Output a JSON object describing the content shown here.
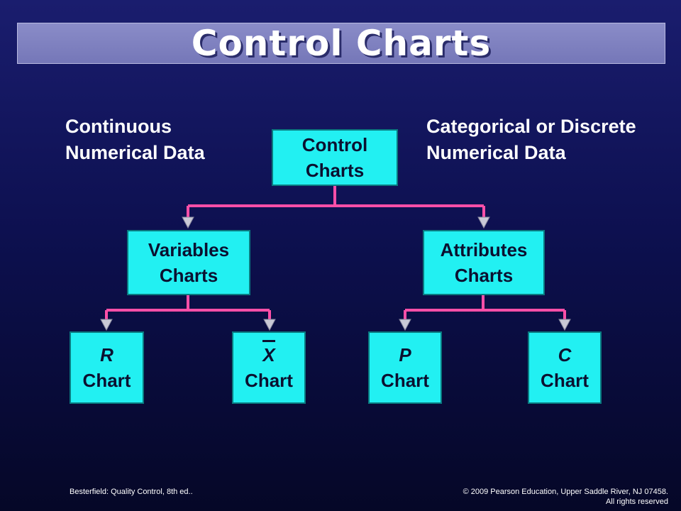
{
  "title": "Control Charts",
  "left_label": [
    "Continuous",
    "Numerical Data"
  ],
  "right_label": [
    "Categorical or Discrete",
    "Numerical Data"
  ],
  "nodes": {
    "root": [
      "Control",
      "Charts"
    ],
    "variables": [
      "Variables",
      "Charts"
    ],
    "attributes": [
      "Attributes",
      "Charts"
    ],
    "r_chart": {
      "symbol": "R",
      "label": "Chart"
    },
    "x_chart": {
      "symbol": "X",
      "label": "Chart"
    },
    "p_chart": {
      "symbol": "P",
      "label": "Chart"
    },
    "c_chart": {
      "symbol": "C",
      "label": "Chart"
    }
  },
  "colors": {
    "box": "#22f0f2",
    "connector": "#ff4fa8",
    "arrow": "#c9c9d6"
  },
  "footer": {
    "left": "Besterfield: Quality Control, 8th ed..",
    "right": [
      "© 2009 Pearson Education, Upper Saddle River, NJ 07458.",
      "All rights reserved"
    ]
  }
}
